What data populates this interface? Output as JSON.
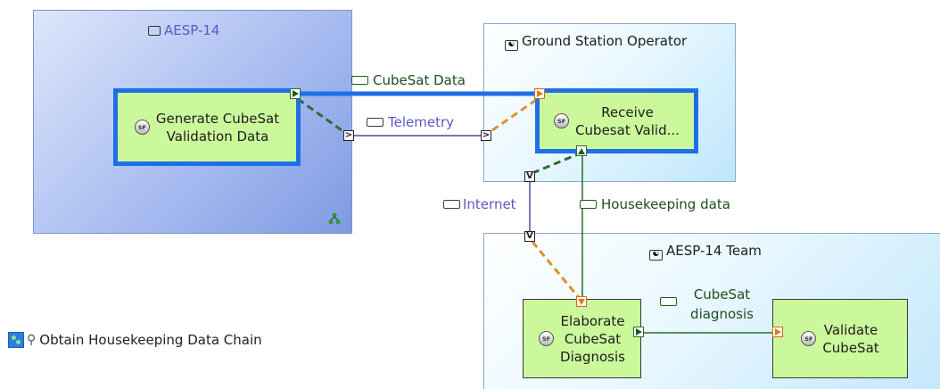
{
  "components": {
    "aesp": {
      "title": "AESP-14"
    },
    "gso": {
      "title": "Ground Station Operator"
    },
    "team": {
      "title": "AESP-14 Team"
    }
  },
  "functions": {
    "generate": {
      "label": "Generate CubeSat\nValidation Data",
      "badge": "SF"
    },
    "receive": {
      "label": "Receive\nCubesat Valid...",
      "badge": "SF"
    },
    "elaborate": {
      "label": "Elaborate\nCubeSat\nDiagnosis",
      "badge": "SF"
    },
    "validate": {
      "label": "Validate\nCubeSat",
      "badge": "SF"
    }
  },
  "exchanges": {
    "cubesat_data": "CubeSat Data",
    "telemetry": "Telemetry",
    "internet": "Internet",
    "housekeeping": "Housekeeping data",
    "cubesat_diagnosis": "CubeSat\ndiagnosis"
  },
  "ports": {
    "physical_symbol": ">",
    "physical_down_symbol": "V"
  },
  "legend": {
    "chain_label": "Obtain Housekeeping Data Chain"
  },
  "colors": {
    "function_fill": "#ccf89c",
    "highlight_border": "#1e6fe8",
    "functional_exchange": "#1e5b1e",
    "physical_link": "#4a4aa0",
    "dashed_orange": "#e0902f",
    "dashed_green": "#2e6a3a"
  },
  "icons": {
    "component": "component-icon",
    "actor": "actor-icon",
    "exchange": "exchange-icon",
    "functional_chain": "functional-chain-icon",
    "sub_diagram": "sub-diagram-icon"
  }
}
